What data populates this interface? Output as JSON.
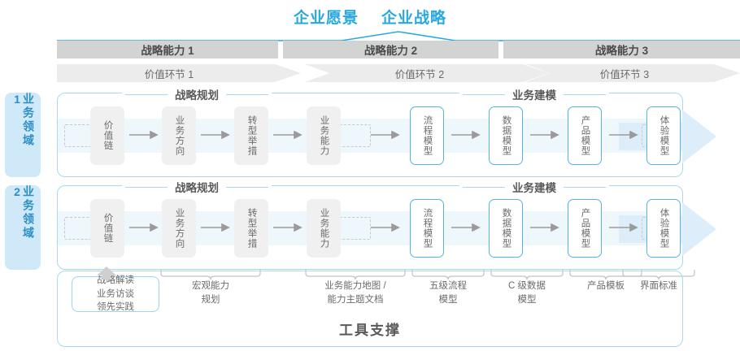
{
  "header": {
    "vision": "企业愿景",
    "strategy": "企业战略",
    "capabilities": [
      "战略能力 1",
      "战略能力 2",
      "战略能力 3"
    ],
    "value_chains": [
      "价值环节 1",
      "价值环节 2",
      "价值环节 3"
    ]
  },
  "sidebar": {
    "items": [
      {
        "label": "业务领域 1"
      },
      {
        "label": "业务领域 2"
      }
    ]
  },
  "sections": {
    "planning": "战略规划",
    "modeling": "业务建模"
  },
  "nodes": {
    "planning": [
      "价值链",
      "业务方向",
      "转型举措",
      "业务能力"
    ],
    "modeling": [
      "流程模型",
      "数据模型",
      "产品模型",
      "体验模型"
    ]
  },
  "tools": {
    "highlight_box": "战略解读\n业务访谈\n领先实践",
    "labels": [
      "宏观能力\n规划",
      "业务能力地图 /\n能力主题文档",
      "五级流程\n模型",
      "C 级数据\n模型",
      "产品模板",
      "界面标准"
    ]
  },
  "footer": {
    "title": "工具支撑"
  },
  "colors": {
    "accent_blue": "#27a8e0",
    "node_border_blue": "#56b4e3",
    "band_blue": "#eef7fc",
    "sidebar_blue": "#cfe9f8",
    "bar_gray": "#d2d4d4",
    "bar_light_gray": "#ececec",
    "text_gray": "#6b6b6b"
  }
}
